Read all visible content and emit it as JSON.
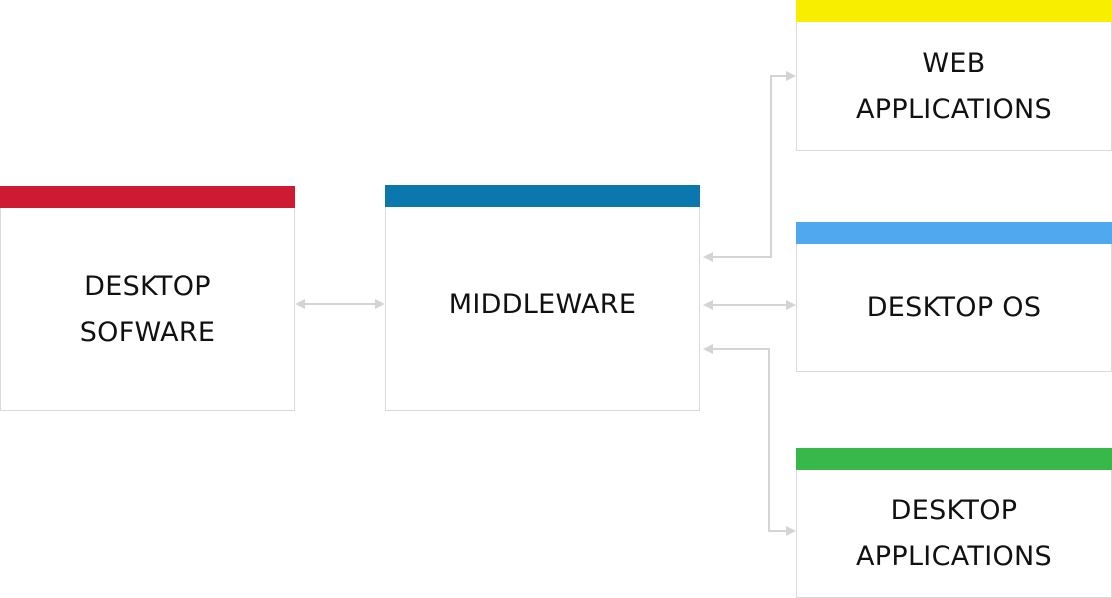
{
  "nodes": {
    "desktop_software": {
      "line1": "DESKTOP",
      "line2": "SOFWARE"
    },
    "middleware": {
      "line1": "MIDDLEWARE"
    },
    "web_applications": {
      "line1": "WEB",
      "line2": "APPLICATIONS"
    },
    "desktop_os": {
      "line1": "DESKTOP OS"
    },
    "desktop_applications": {
      "line1": "DESKTOP",
      "line2": "APPLICATIONS"
    }
  },
  "colors": {
    "desktop_software": "#cf1a33",
    "middleware": "#0a77ad",
    "web_applications": "#f7ee00",
    "desktop_os": "#50a9ee",
    "desktop_applications": "#38b84b",
    "connector": "#d4d4d4",
    "border": "#dadada"
  },
  "edges": [
    {
      "from": "desktop_software",
      "to": "middleware",
      "direction": "both"
    },
    {
      "from": "web_applications",
      "to": "middleware",
      "direction": "both"
    },
    {
      "from": "desktop_os",
      "to": "middleware",
      "direction": "both"
    },
    {
      "from": "desktop_applications",
      "to": "middleware",
      "direction": "both"
    }
  ]
}
